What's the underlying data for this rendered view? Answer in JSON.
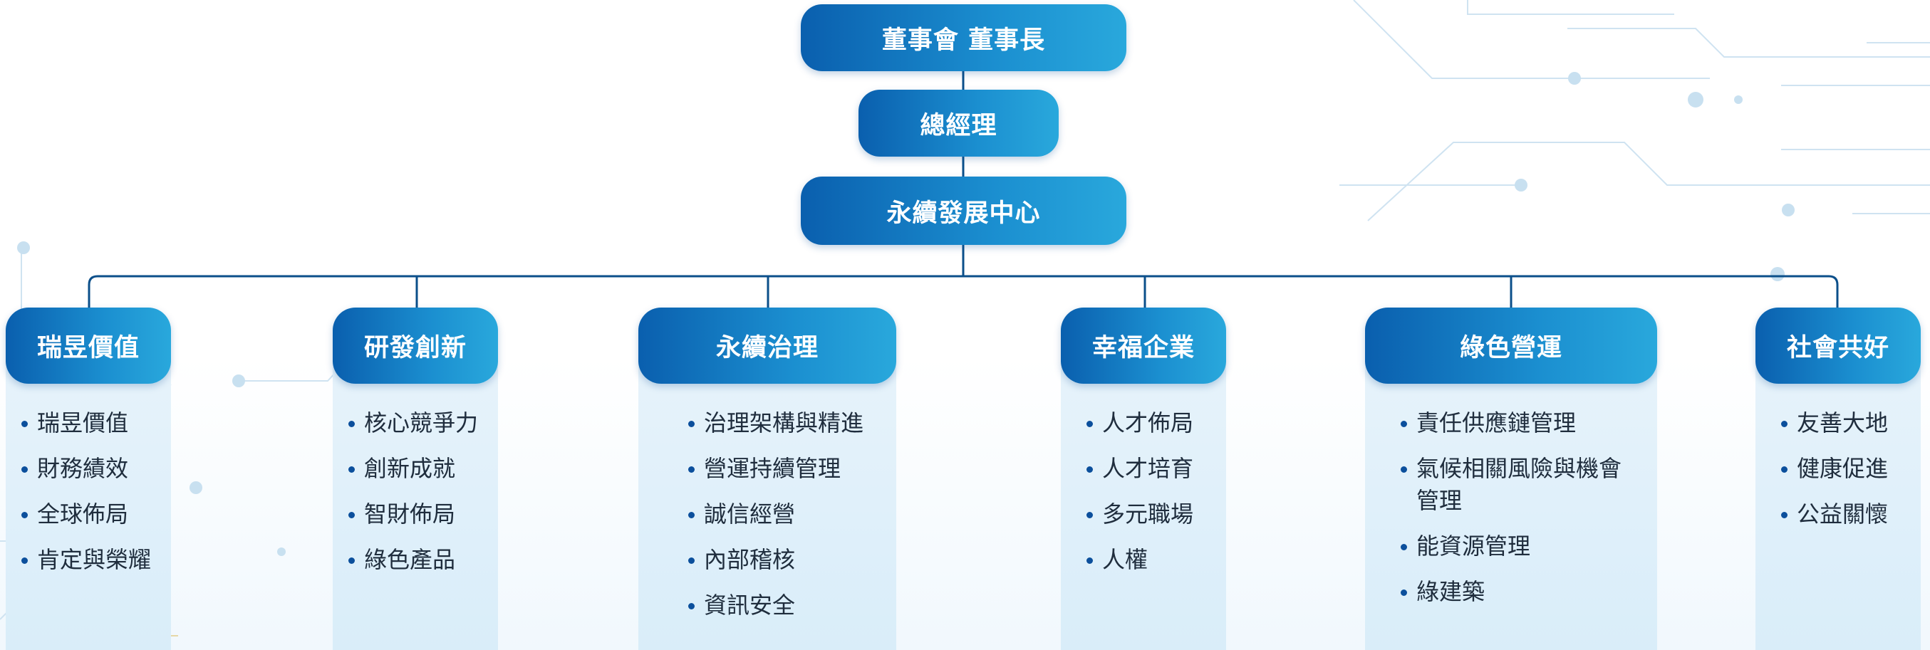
{
  "top_nodes": {
    "board": "董事會 董事長",
    "gm": "總經理",
    "center": "永續發展中心"
  },
  "columns": [
    {
      "title": "瑞昱價值",
      "items": [
        "瑞昱價值",
        "財務績效",
        "全球佈局",
        "肯定與榮耀"
      ]
    },
    {
      "title": "研發創新",
      "items": [
        "核心競爭力",
        "創新成就",
        "智財佈局",
        "綠色產品"
      ]
    },
    {
      "title": "永續治理",
      "items": [
        "治理架構與精進",
        "營運持續管理",
        "誠信經營",
        "內部稽核",
        "資訊安全"
      ]
    },
    {
      "title": "幸福企業",
      "items": [
        "人才佈局",
        "人才培育",
        "多元職場",
        "人權"
      ]
    },
    {
      "title": "綠色營運",
      "items": [
        "責任供應鏈管理",
        "氣候相關風險與機會管理",
        "能資源管理",
        "綠建築"
      ]
    },
    {
      "title": "社會共好",
      "items": [
        "友善大地",
        "健康促進",
        "公益關懷"
      ]
    }
  ],
  "colors": {
    "node_gradient_start": "#0a5fae",
    "node_gradient_end": "#29a8dc",
    "connector": "#0b4f8a",
    "panel": "#e3f1fb",
    "bullet": "#0b4f9c"
  }
}
